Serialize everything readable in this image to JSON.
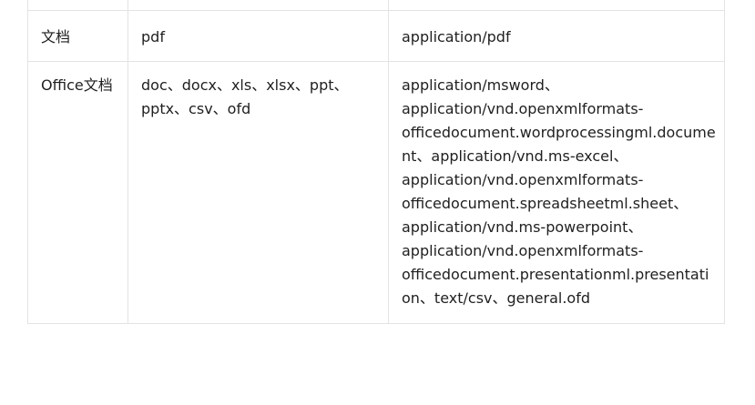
{
  "table": {
    "rows": [
      {
        "type": "文档",
        "extensions": "pdf",
        "mime": "application/pdf"
      },
      {
        "type": "Office文档",
        "extensions": "doc、docx、xls、xlsx、ppt、pptx、csv、ofd",
        "mime": "application/msword、application/vnd.openxmlformats-officedocument.wordprocessingml.document、application/vnd.ms-excel、application/vnd.openxmlformats-officedocument.spreadsheetml.sheet、application/vnd.ms-powerpoint、application/vnd.openxmlformats-officedocument.presentationml.presentation、text/csv、general.ofd"
      }
    ]
  }
}
